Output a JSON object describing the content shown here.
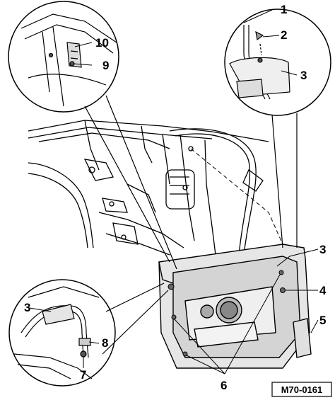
{
  "figure": {
    "reference_code": "M70-0161",
    "callouts": {
      "c1": "1",
      "c2": "2",
      "c3_top": "3",
      "c10": "10",
      "c9": "9",
      "c3_right": "3",
      "c4": "4",
      "c5": "5",
      "c6": "6",
      "c3_left": "3",
      "c8": "8",
      "c7": "7"
    }
  }
}
